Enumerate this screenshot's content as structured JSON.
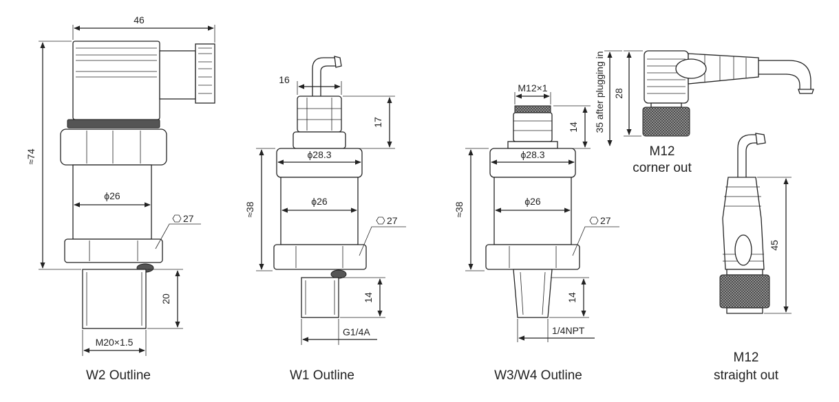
{
  "w2": {
    "caption": "W2 Outline",
    "width": "46",
    "height": "≈74",
    "diameter": "ϕ26",
    "hex": "27",
    "thread_length": "20",
    "thread": "M20×1.5"
  },
  "w1": {
    "caption": "W1 Outline",
    "gland_width": "16",
    "gland_height": "17",
    "top_diameter": "ϕ28.3",
    "height": "≈38",
    "diameter": "ϕ26",
    "hex": "27",
    "thread_length": "14",
    "thread": "G1/4A"
  },
  "w3": {
    "caption": "W3/W4 Outline",
    "connector": "M12×1",
    "connector_height": "14",
    "top_diameter": "ϕ28.3",
    "height": "≈38",
    "diameter": "ϕ26",
    "hex": "27",
    "thread_length": "14",
    "thread": "1/4NPT"
  },
  "m12_corner": {
    "height": "28",
    "note": "35 after plugging in",
    "caption_line1": "M12",
    "caption_line2": "corner out"
  },
  "m12_straight": {
    "height": "45",
    "caption_line1": "M12",
    "caption_line2": "straight out"
  },
  "hex_symbol": "hexagon-icon"
}
